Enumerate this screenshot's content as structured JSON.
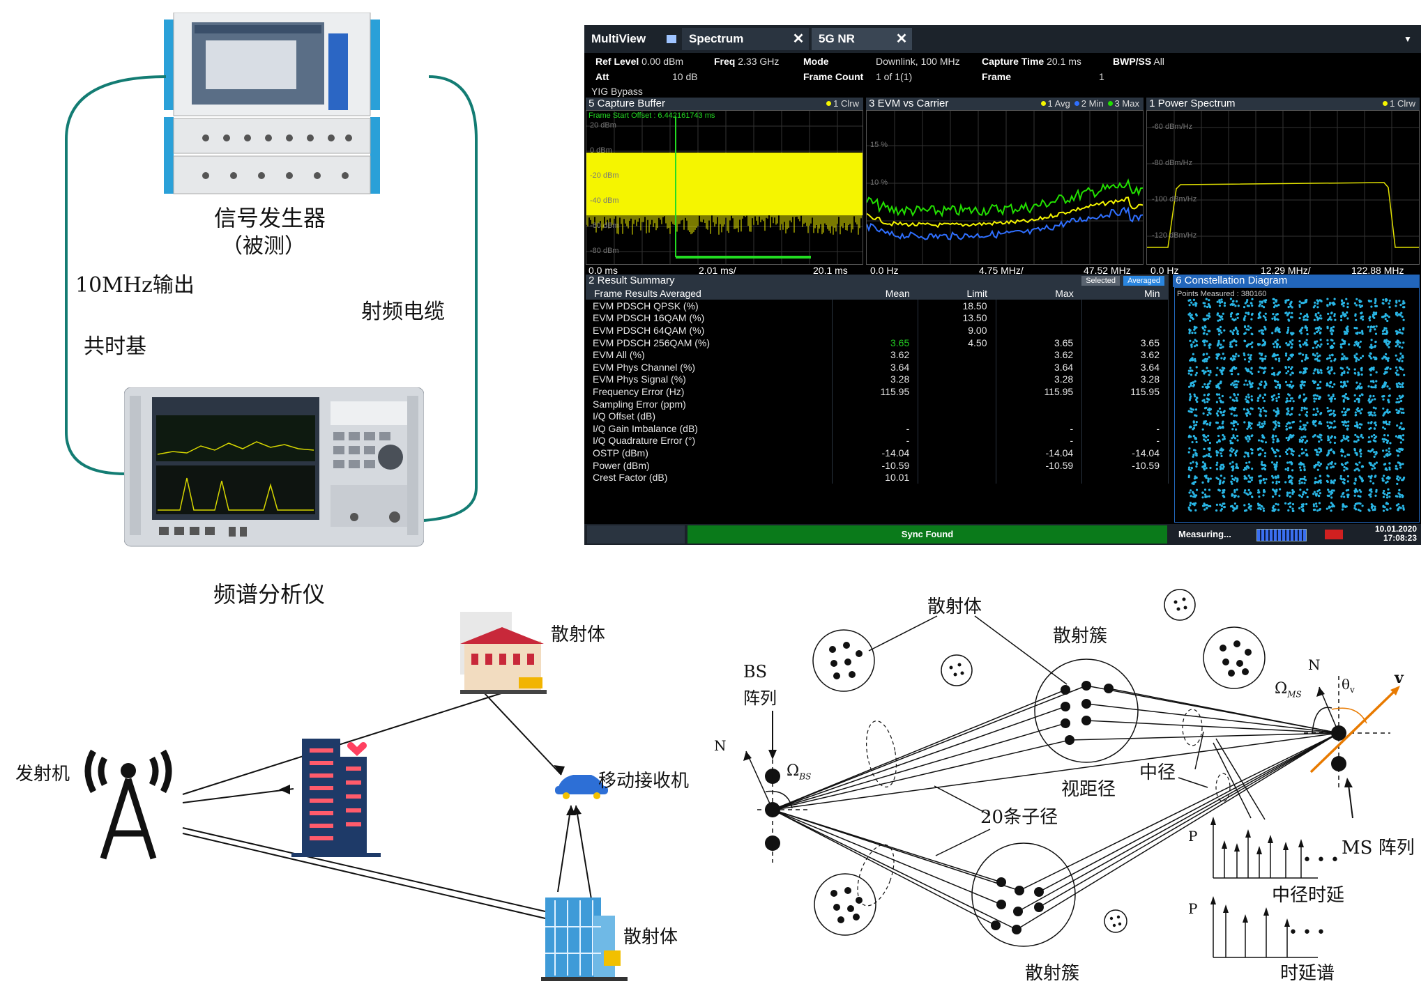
{
  "setup": {
    "signal_generator_label": "信号发生器",
    "signal_generator_sub": "（被测）",
    "ref_output_label": "10MHz输出",
    "common_timebase_label": "共时基",
    "rf_cable_label": "射频电缆",
    "spectrum_analyzer_label": "频谱分析仪"
  },
  "screen": {
    "tabs": [
      "MultiView",
      "Spectrum",
      "5G NR"
    ],
    "header": {
      "ref_level_key": "Ref Level",
      "ref_level_val": "0.00 dBm",
      "freq_key": "Freq",
      "freq_val": "2.33 GHz",
      "mode_key": "Mode",
      "mode_val": "Downlink, 100 MHz",
      "capture_key": "Capture Time",
      "capture_val": "20.1 ms",
      "bwp_key": "BWP/SS",
      "bwp_val": "All",
      "att_key": "Att",
      "att_val": "10 dB",
      "frame_count_key": "Frame Count",
      "frame_count_val": "1 of 1(1)",
      "frame_key": "Frame",
      "frame_val": "1",
      "yig": "YIG Bypass"
    },
    "capture_buffer": {
      "title": "5 Capture Buffer",
      "trace": "1 Clrw",
      "marker": "Frame Start Offset : 6.442161743 ms",
      "grid": [
        "20 dBm",
        "0 dBm",
        "-20 dBm",
        "-40 dBm",
        "-60 dBm",
        "-80 dBm"
      ],
      "x_start": "0.0 ms",
      "x_div": "2.01 ms/",
      "x_end": "20.1 ms"
    },
    "evm_vs_carrier": {
      "title": "3 EVM vs Carrier",
      "traces": [
        "1 Avg",
        "2 Min",
        "3 Max"
      ],
      "grid": [
        "15 %",
        "10 %"
      ],
      "x_start": "0.0 Hz",
      "x_div": "4.75 MHz/",
      "x_end": "47.52 MHz"
    },
    "power_spectrum": {
      "title": "1 Power Spectrum",
      "trace": "1 Clrw",
      "grid": [
        "-60 dBm/Hz",
        "-80 dBm/Hz",
        "-100 dBm/Hz",
        "-120 dBm/Hz"
      ],
      "x_start": "0.0 Hz",
      "x_div": "12.29 MHz/",
      "x_end": "122.88 MHz"
    },
    "result_summary": {
      "title": "2 Result Summary",
      "selected": "Selected",
      "averaged": "Averaged",
      "headers": [
        "Frame Results Averaged",
        "Mean",
        "Limit",
        "Max",
        "Min"
      ],
      "rows": [
        [
          "EVM PDSCH QPSK (%)",
          "",
          "18.50",
          "",
          ""
        ],
        [
          "EVM PDSCH 16QAM (%)",
          "",
          "13.50",
          "",
          ""
        ],
        [
          "EVM PDSCH 64QAM (%)",
          "",
          "9.00",
          "",
          ""
        ],
        [
          "EVM PDSCH 256QAM (%)",
          "3.65",
          "4.50",
          "3.65",
          "3.65"
        ],
        [
          "EVM All (%)",
          "3.62",
          "",
          "3.62",
          "3.62"
        ],
        [
          "EVM Phys Channel (%)",
          "3.64",
          "",
          "3.64",
          "3.64"
        ],
        [
          "EVM Phys Signal (%)",
          "3.28",
          "",
          "3.28",
          "3.28"
        ],
        [
          "Frequency Error (Hz)",
          "115.95",
          "",
          "115.95",
          "115.95"
        ],
        [
          "Sampling Error (ppm)",
          "",
          "",
          "",
          ""
        ],
        [
          "I/Q Offset (dB)",
          "",
          "",
          "",
          ""
        ],
        [
          "I/Q Gain Imbalance (dB)",
          "-",
          "",
          "-",
          "-"
        ],
        [
          "I/Q Quadrature Error (°)",
          "-",
          "",
          "-",
          "-"
        ],
        [
          "OSTP (dBm)",
          "-14.04",
          "",
          "-14.04",
          "-14.04"
        ],
        [
          "Power (dBm)",
          "-10.59",
          "",
          "-10.59",
          "-10.59"
        ],
        [
          "Crest Factor (dB)",
          "10.01",
          "",
          "",
          ""
        ]
      ]
    },
    "constellation": {
      "title": "6 Constellation Diagram",
      "points": "Points Measured : 380160"
    },
    "status": {
      "sync": "Sync Found",
      "measuring": "Measuring...",
      "date": "10.01.2020",
      "time": "17:08:23"
    },
    "colors": {
      "trace_yellow": "#f5f500",
      "trace_green": "#22e000",
      "trace_blue": "#2f6fff",
      "constellation": "#29b6e6",
      "sync_green": "#0a7a1a",
      "limit_pass": "#22cc22"
    }
  },
  "scatter_scene": {
    "transmitter": "发射机",
    "scatterer_top": "散射体",
    "mobile_receiver": "移动接收机",
    "scatterer_bottom": "散射体"
  },
  "channel_model": {
    "scatterer": "散射体",
    "scatter_cluster_top": "散射簇",
    "scatter_cluster_bottom": "散射簇",
    "bs_array_1": "BS",
    "bs_array_2": "阵列",
    "north_bs": "N",
    "omega_bs": "Ω",
    "omega_bs_sub": "BS",
    "north_ms": "N",
    "omega_ms": "Ω",
    "omega_ms_sub": "MS",
    "theta_v": "θ",
    "theta_v_sub": "v",
    "velocity": "v",
    "los_path": "视距径",
    "mid_path": "中径",
    "subpaths": "20条子径",
    "ms_array": "MS 阵列",
    "p_axis_1": "P",
    "p_axis_2": "P",
    "dots_1": "• • •",
    "dots_2": "• • •",
    "mid_path_delay": "中径时延",
    "delay_spectrum": "时延谱"
  }
}
